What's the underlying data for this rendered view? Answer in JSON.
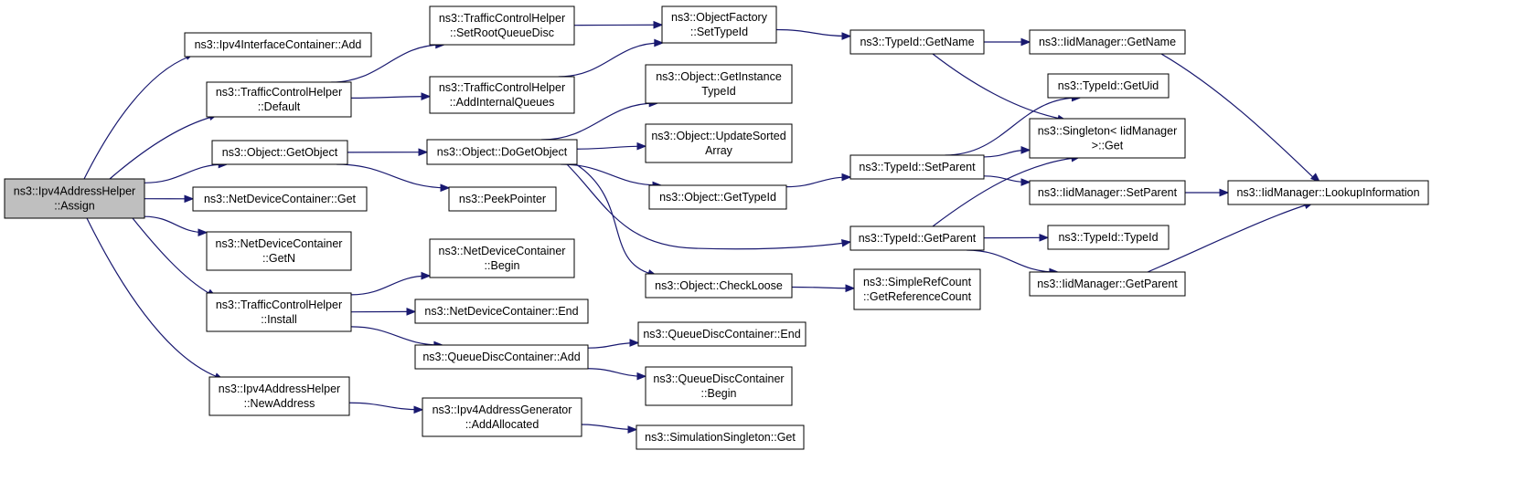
{
  "diagram": {
    "colors": {
      "edge": "#191970",
      "node_border": "#000000",
      "node_fill": "#ffffff",
      "root_fill": "#bfbfbf"
    },
    "nodes": [
      {
        "id": "assign",
        "lines": [
          "ns3::Ipv4AddressHelper",
          "::Assign"
        ]
      },
      {
        "id": "ifc_add",
        "lines": [
          "ns3::Ipv4InterfaceContainer::Add"
        ]
      },
      {
        "id": "tch_default",
        "lines": [
          "ns3::TrafficControlHelper",
          "::Default"
        ]
      },
      {
        "id": "obj_getobject",
        "lines": [
          "ns3::Object::GetObject"
        ]
      },
      {
        "id": "ndc_get",
        "lines": [
          "ns3::NetDeviceContainer::Get"
        ]
      },
      {
        "id": "ndc_getn",
        "lines": [
          "ns3::NetDeviceContainer",
          "::GetN"
        ]
      },
      {
        "id": "tch_install",
        "lines": [
          "ns3::TrafficControlHelper",
          "::Install"
        ]
      },
      {
        "id": "iah_newaddress",
        "lines": [
          "ns3::Ipv4AddressHelper",
          "::NewAddress"
        ]
      },
      {
        "id": "tch_setroot",
        "lines": [
          "ns3::TrafficControlHelper",
          "::SetRootQueueDisc"
        ]
      },
      {
        "id": "tch_addinternal",
        "lines": [
          "ns3::TrafficControlHelper",
          "::AddInternalQueues"
        ]
      },
      {
        "id": "obj_dogetobject",
        "lines": [
          "ns3::Object::DoGetObject"
        ]
      },
      {
        "id": "peekpointer",
        "lines": [
          "ns3::PeekPointer"
        ]
      },
      {
        "id": "ndc_begin",
        "lines": [
          "ns3::NetDeviceContainer",
          "::Begin"
        ]
      },
      {
        "id": "ndc_end",
        "lines": [
          "ns3::NetDeviceContainer::End"
        ]
      },
      {
        "id": "qdc_add",
        "lines": [
          "ns3::QueueDiscContainer::Add"
        ]
      },
      {
        "id": "iag_addallocated",
        "lines": [
          "ns3::Ipv4AddressGenerator",
          "::AddAllocated"
        ]
      },
      {
        "id": "of_settypeid",
        "lines": [
          "ns3::ObjectFactory",
          "::SetTypeId"
        ]
      },
      {
        "id": "obj_getinstancetypeid",
        "lines": [
          "ns3::Object::GetInstance",
          "TypeId"
        ]
      },
      {
        "id": "obj_updatesorted",
        "lines": [
          "ns3::Object::UpdateSorted",
          "Array"
        ]
      },
      {
        "id": "obj_gettypeid",
        "lines": [
          "ns3::Object::GetTypeId"
        ]
      },
      {
        "id": "obj_checkloose",
        "lines": [
          "ns3::Object::CheckLoose"
        ]
      },
      {
        "id": "qdc_end",
        "lines": [
          "ns3::QueueDiscContainer::End"
        ]
      },
      {
        "id": "qdc_begin",
        "lines": [
          "ns3::QueueDiscContainer",
          "::Begin"
        ]
      },
      {
        "id": "ss_get",
        "lines": [
          "ns3::SimulationSingleton::Get"
        ]
      },
      {
        "id": "tid_getname",
        "lines": [
          "ns3::TypeId::GetName"
        ]
      },
      {
        "id": "tid_setparent",
        "lines": [
          "ns3::TypeId::SetParent"
        ]
      },
      {
        "id": "tid_getparent",
        "lines": [
          "ns3::TypeId::GetParent"
        ]
      },
      {
        "id": "src_getrefcount",
        "lines": [
          "ns3::SimpleRefCount",
          "::GetReferenceCount"
        ]
      },
      {
        "id": "iid_getname",
        "lines": [
          "ns3::IidManager::GetName"
        ]
      },
      {
        "id": "tid_getuid",
        "lines": [
          "ns3::TypeId::GetUid"
        ]
      },
      {
        "id": "singleton_get",
        "lines": [
          "ns3::Singleton< IidManager",
          ">::Get"
        ]
      },
      {
        "id": "iid_setparent",
        "lines": [
          "ns3::IidManager::SetParent"
        ]
      },
      {
        "id": "tid_typeid",
        "lines": [
          "ns3::TypeId::TypeId"
        ]
      },
      {
        "id": "iid_getparent",
        "lines": [
          "ns3::IidManager::GetParent"
        ]
      },
      {
        "id": "iid_lookup",
        "lines": [
          "ns3::IidManager::LookupInformation"
        ]
      }
    ],
    "edges": [
      [
        "assign",
        "ifc_add"
      ],
      [
        "assign",
        "tch_default"
      ],
      [
        "assign",
        "obj_getobject"
      ],
      [
        "assign",
        "ndc_get"
      ],
      [
        "assign",
        "ndc_getn"
      ],
      [
        "assign",
        "tch_install"
      ],
      [
        "assign",
        "iah_newaddress"
      ],
      [
        "tch_default",
        "tch_setroot"
      ],
      [
        "tch_default",
        "tch_addinternal"
      ],
      [
        "tch_setroot",
        "of_settypeid"
      ],
      [
        "tch_addinternal",
        "of_settypeid"
      ],
      [
        "of_settypeid",
        "tid_getname"
      ],
      [
        "tid_getname",
        "iid_getname"
      ],
      [
        "tid_getname",
        "singleton_get"
      ],
      [
        "iid_getname",
        "iid_lookup"
      ],
      [
        "obj_getobject",
        "obj_dogetobject"
      ],
      [
        "obj_getobject",
        "peekpointer"
      ],
      [
        "obj_dogetobject",
        "obj_getinstancetypeid"
      ],
      [
        "obj_dogetobject",
        "obj_updatesorted"
      ],
      [
        "obj_dogetobject",
        "obj_gettypeid"
      ],
      [
        "obj_dogetobject",
        "tid_getparent"
      ],
      [
        "obj_dogetobject",
        "obj_checkloose"
      ],
      [
        "obj_gettypeid",
        "tid_setparent"
      ],
      [
        "tid_setparent",
        "tid_getuid"
      ],
      [
        "tid_setparent",
        "singleton_get"
      ],
      [
        "tid_setparent",
        "iid_setparent"
      ],
      [
        "iid_setparent",
        "iid_lookup"
      ],
      [
        "tid_getparent",
        "singleton_get"
      ],
      [
        "tid_getparent",
        "tid_typeid"
      ],
      [
        "tid_getparent",
        "iid_getparent"
      ],
      [
        "iid_getparent",
        "iid_lookup"
      ],
      [
        "obj_checkloose",
        "src_getrefcount"
      ],
      [
        "tch_install",
        "ndc_begin"
      ],
      [
        "tch_install",
        "ndc_end"
      ],
      [
        "tch_install",
        "qdc_add"
      ],
      [
        "qdc_add",
        "qdc_end"
      ],
      [
        "qdc_add",
        "qdc_begin"
      ],
      [
        "iah_newaddress",
        "iag_addallocated"
      ],
      [
        "iag_addallocated",
        "ss_get"
      ]
    ]
  }
}
